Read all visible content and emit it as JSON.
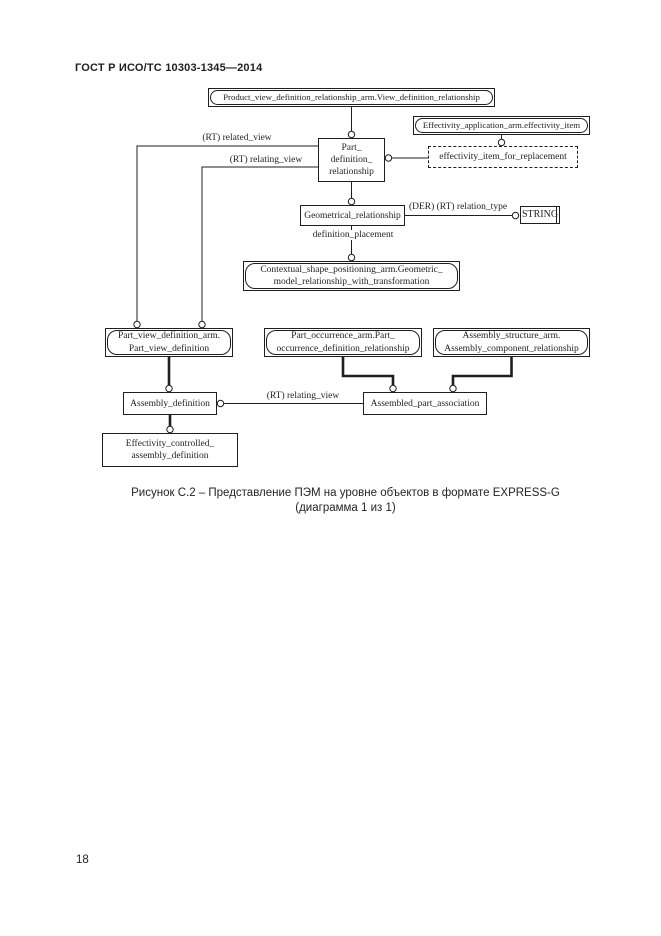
{
  "page": {
    "header_title": "ГОСТ Р ИСО/ТС 10303-1345—2014",
    "caption_line1": "Рисунок С.2 – Представление ПЭМ на уровне объектов в формате EXPRESS-G",
    "caption_line2": "(диаграмма 1 из 1)",
    "page_number": "18"
  },
  "diagram": {
    "type": "express-g",
    "nodes": {
      "product_view": {
        "shape": "page-ref",
        "lines": [
          "Product_view_definition_relationship_arm.View_definition_relationship"
        ]
      },
      "part_def_rel": {
        "shape": "entity",
        "lines": [
          "Part_",
          "definition_",
          "relationship"
        ]
      },
      "effectivity_app": {
        "shape": "page-ref",
        "lines": [
          "Effectivity_application_arm.effectivity_item"
        ]
      },
      "effectivity_replacement": {
        "shape": "select-dashed",
        "lines": [
          "effectivity_item_for_replacement"
        ]
      },
      "geometrical": {
        "shape": "entity",
        "lines": [
          "Geometrical_relationship"
        ]
      },
      "string_type": {
        "shape": "simple-type",
        "lines": [
          "STRING"
        ]
      },
      "contextual_shape": {
        "shape": "page-ref",
        "lines": [
          "Contextual_shape_positioning_arm.Geometric_",
          "model_relationship_with_transformation"
        ]
      },
      "part_view_def": {
        "shape": "page-ref",
        "lines": [
          "Part_view_definition_arm.",
          "Part_view_definition"
        ]
      },
      "part_occurrence": {
        "shape": "page-ref",
        "lines": [
          "Part_occurrence_arm.Part_",
          "occurrence_definition_relationship"
        ]
      },
      "assembly_structure": {
        "shape": "page-ref",
        "lines": [
          "Assembly_structure_arm.",
          "Assembly_component_relationship"
        ]
      },
      "assembly_def": {
        "shape": "entity",
        "lines": [
          "Assembly_definition"
        ]
      },
      "assembled_part": {
        "shape": "entity",
        "lines": [
          "Assembled_part_association"
        ]
      },
      "effectivity_controlled": {
        "shape": "entity",
        "lines": [
          "Effectivity_controlled_",
          "assembly_definition"
        ]
      }
    },
    "edge_labels": {
      "related_view": "(RT) related_view",
      "relating_view": "(RT) relating_view",
      "relation_type": "(DER) (RT) relation_type",
      "definition_placement": "definition_placement",
      "assembly_relating_view": "(RT) relating_view"
    }
  }
}
